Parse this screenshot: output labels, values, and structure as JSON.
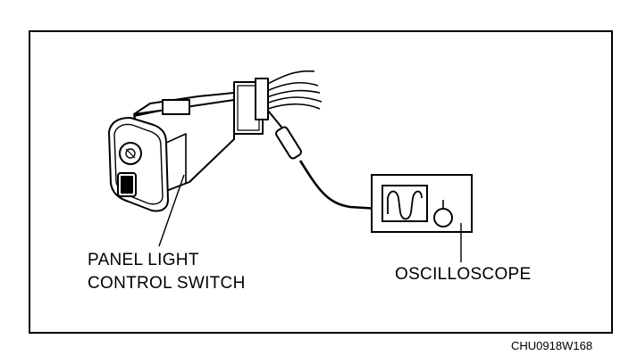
{
  "labels": {
    "panel_switch_line1": "PANEL LIGHT",
    "panel_switch_line2": "CONTROL SWITCH",
    "oscilloscope": "OSCILLOSCOPE"
  },
  "figure_code": "CHU0918W168",
  "icons": [
    "panel-light-switch-icon",
    "connector-icon",
    "probe-icon",
    "oscilloscope-icon",
    "waveform-icon",
    "knob-icon"
  ]
}
